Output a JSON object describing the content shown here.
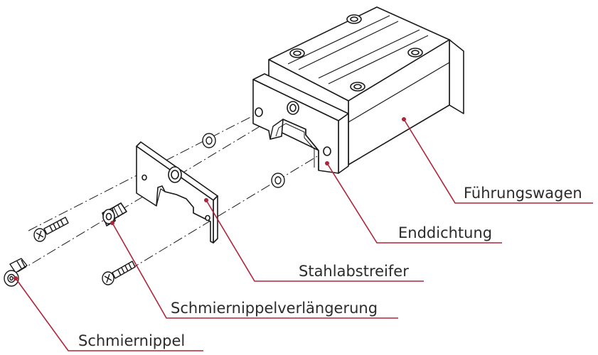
{
  "colors": {
    "line": "#1a1a1a",
    "leader": "#b0243a",
    "text": "#2b2b2b",
    "background": "#ffffff"
  },
  "labels": {
    "fuehrungswagen": "Führungswagen",
    "enddichtung": "Enddichtung",
    "stahlabstreifer": "Stahlabstreifer",
    "schmiernippelverlaengerung": "Schmiernippelverlängerung",
    "schmiernippel": "Schmiernippel"
  }
}
